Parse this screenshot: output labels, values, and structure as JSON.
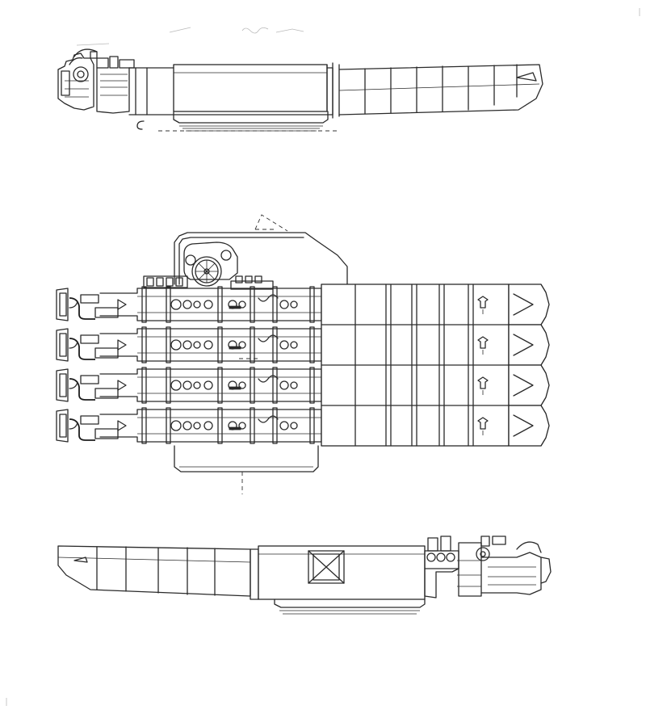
{
  "drawing": {
    "views": [
      {
        "id": "top-elevation"
      },
      {
        "id": "plan-view"
      },
      {
        "id": "bottom-elevation"
      }
    ],
    "tube_count": 4,
    "frame_bays": 6
  }
}
